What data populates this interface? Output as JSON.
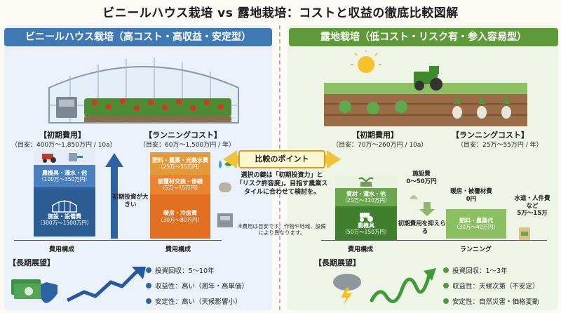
{
  "title": "ビニールハウス栽培 vs 露地栽培：コストと収益の徹底比較図解",
  "left": {
    "header": "ビニールハウス栽培（高コスト・高収益・安定型）",
    "initial": {
      "heading": "【初期費用】",
      "sub": "（目安：400万～1,850万円 / 10a）",
      "box_top_label": "農機具・灌水・他",
      "box_top_sub": "（100万～350万円）",
      "box_bottom_label": "施設・設備費",
      "box_bottom_sub": "（300万～1500万円）",
      "arrow_label": "初期投資が大きい",
      "axis": "費用構成"
    },
    "running": {
      "heading": "【ランニングコスト】",
      "sub": "（目安：60万～1,500万円 / 年）",
      "box1_label": "肥料・農薬・光熱水費",
      "box1_sub": "（25万～55万円）",
      "box2_label": "被覆材交換・修繕",
      "box2_sub": "（5万～15万円）",
      "box3_label": "暖房・冷房費",
      "box3_sub": "（30万～80万円）",
      "axis": "費用構成"
    },
    "longterm": {
      "heading": "【長期展望】",
      "items": [
        "投資回収：5～10年",
        "収益性：高い（周年・高単価）",
        "安定性：高い（天候影響小）"
      ]
    }
  },
  "center": {
    "point_title": "比較のポイント",
    "point_text": "選択の鍵は「初期投資力」と「リスク許容度」。目指す農業スタイルに合わせて検討を。",
    "note": "※費用は目安です。作物や地域、設備により異なります。"
  },
  "right": {
    "header": "露地栽培（低コスト・リスク有・参入容易型）",
    "initial": {
      "heading": "【初期費用】",
      "sub": "（目安：70万～260万円 / 10a）",
      "box_top_label": "資材・灌水・他",
      "box_top_sub": "（20万～110万円）",
      "box_bottom_label": "農機具",
      "box_bottom_sub": "（50万～150万円）",
      "facility_label": "施設費",
      "facility_sub": "0～50万円",
      "arrow_label": "初期費用を抑えられる",
      "axis": "費用構成"
    },
    "running": {
      "heading": "【ランニングコスト】",
      "sub": "（目安：25万～55万円 / 年）",
      "heat_label": "暖房・被覆材費",
      "heat_sub": "0円",
      "water_label": "水道・人件費など",
      "water_sub": "5万～15万",
      "box_label": "肥料・農薬代",
      "box_sub": "（30万～40万円）",
      "axis": "ランニング"
    },
    "longterm": {
      "heading": "【長期展望】",
      "items": [
        "投資回収：1～3年",
        "収益性：天候次第（不安定）",
        "安定性：自然災害・価格変動"
      ]
    }
  }
}
